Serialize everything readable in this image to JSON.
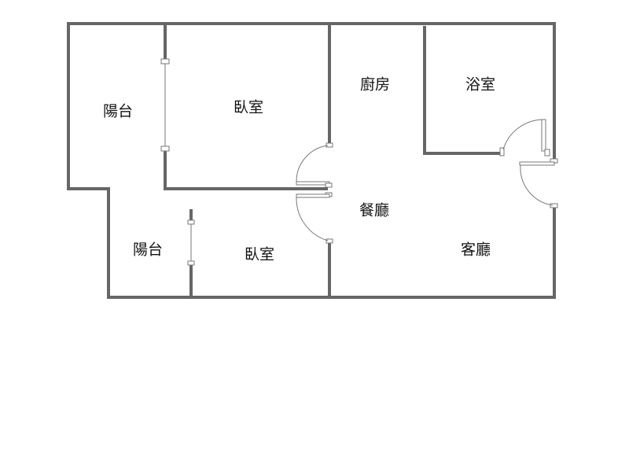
{
  "rooms": [
    {
      "id": "balcony-upper",
      "label": "陽台"
    },
    {
      "id": "bedroom-upper",
      "label": "臥室"
    },
    {
      "id": "kitchen",
      "label": "廚房"
    },
    {
      "id": "bathroom",
      "label": "浴室"
    },
    {
      "id": "balcony-lower",
      "label": "陽台"
    },
    {
      "id": "bedroom-lower",
      "label": "臥室"
    },
    {
      "id": "dining",
      "label": "餐廳"
    },
    {
      "id": "living",
      "label": "客廳"
    }
  ],
  "colors": {
    "wall": "#666666",
    "background": "#ffffff"
  }
}
